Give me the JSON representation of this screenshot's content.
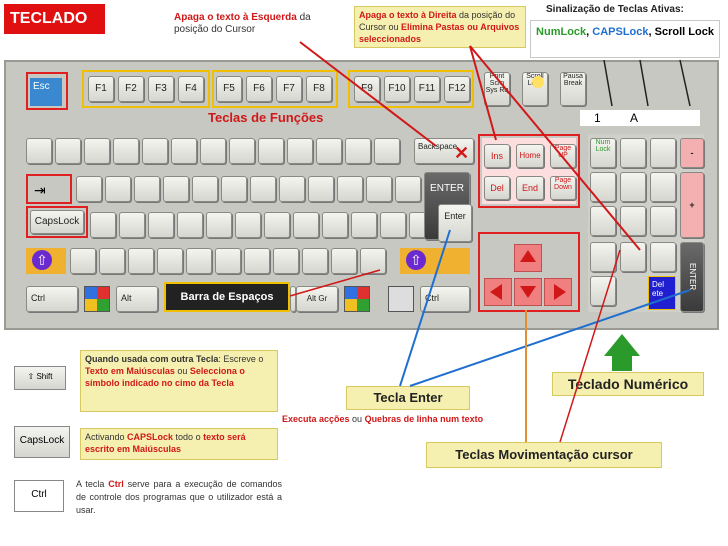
{
  "title": "TECLADO",
  "callouts": {
    "left_delete": {
      "part1": "Apaga o texto à Esquerda",
      "part2": " da posição do Cursor"
    },
    "right_delete": {
      "part1": "Apaga o texto à Direita",
      "part2": " da posição do Cursor ou ",
      "part3": "Elimina Pastas ou Arquivos seleccionados"
    },
    "signals_title": "Sinalização de Teclas Ativas:",
    "signals_body": {
      "numlock": "NumLock",
      "sep": ", ",
      "capslock": "CAPSLock",
      "scroll": ", Scroll Lock"
    }
  },
  "keys": {
    "esc": "Esc",
    "f_keys": [
      "F1",
      "F2",
      "F3",
      "F4",
      "F5",
      "F6",
      "F7",
      "F8",
      "F9",
      "F10",
      "F11",
      "F12"
    ],
    "print": "Print Scrn Sys Rq",
    "scroll": "Scroll Lock",
    "pause": "Pausa Break",
    "backspace": "Backspace",
    "enter": "ENTER",
    "enter2": "Enter",
    "capslock": "CapsLock",
    "ctrl_left": "Ctrl",
    "alt": "Alt",
    "space": "Barra de Espaços",
    "altgr": "Alt Gr",
    "ctrl_right": "Ctrl",
    "ins": "Ins",
    "home": "Home",
    "pageup": "Page UP",
    "del": "Del",
    "end": "End",
    "pagedown": "Page Down",
    "numlock": "Num Lock",
    "num_del": "Del ete",
    "num_enter": "ENTER",
    "indicators": {
      "one": "1",
      "a": "A"
    }
  },
  "labels": {
    "function_keys": "Teclas de Funções",
    "enter_key": "Tecla Enter",
    "numeric": "Teclado Numérico",
    "movement": "Teclas Movimentação cursor",
    "enter_action": {
      "p1": "Executa acções",
      "p2": " ou ",
      "p3": "Quebras de linha num texto"
    }
  },
  "legend": {
    "shift_icon": "⇧ Shift",
    "shift_text": {
      "p1": "Quando usada com outra Tecla",
      "p2": ": Escreve o ",
      "p3": "Texto em Maiúsculas",
      "p4": " ou ",
      "p5": "Selecciona o símbolo indicado no cimo da Tecla"
    },
    "caps_icon": "CapsLock",
    "caps_text": {
      "p1": "Activando ",
      "p2": "CAPSLock",
      "p3": " todo o ",
      "p4": "texto será escrito em Maiúsculas"
    },
    "ctrl_icon": "Ctrl",
    "ctrl_text": {
      "p1": "A tecla ",
      "p2": "Ctrl",
      "p3": " serve para a execução de comandos de controle dos programas que o utilizador está a usar."
    }
  },
  "colors": {
    "accent_red": "#d01818",
    "title_bg": "#e01010",
    "highlight_blue": "#1f6fd0",
    "callout_bg": "#f6f0b0"
  }
}
